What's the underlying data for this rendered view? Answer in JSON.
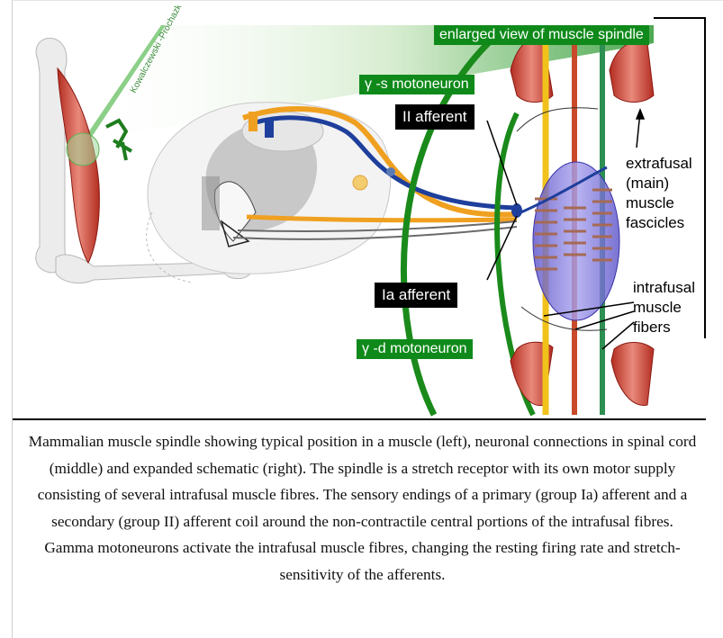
{
  "figure": {
    "labels": {
      "enlarged_view": "enlarged view of muscle spindle",
      "gamma_s": "γ -s motoneuron",
      "ii_afferent": "II afferent",
      "ia_afferent": "Ia afferent",
      "gamma_d": "γ -d motoneuron",
      "extrafusal": "extrafusal\n(main)\nmuscle\nfascicles",
      "intrafusal": "intrafusal\nmuscle\nfibers",
      "credit": "Kowalczewski\n-Prochazka"
    },
    "colors": {
      "label_green": "#0f8a1a",
      "muscle_red": "#d94a3a",
      "spindle_blue": "#6f67d8",
      "ia_blue": "#1f3f9c",
      "afferent_orange": "#f0a020",
      "bone": "#e6e6e6"
    }
  },
  "caption": "Mammalian muscle spindle showing typical position in a muscle (left), neuronal connections in spinal cord (middle) and expanded schematic (right). The spindle is a stretch receptor with its own motor supply consisting of several intrafusal muscle fibres. The sensory endings of a primary (group Ia) afferent and a secondary (group II) afferent coil around the non-contractile central portions of the intrafusal fibres. Gamma motoneurons activate the intrafusal muscle fibres, changing the resting firing rate and stretch-sensitivity of the afferents."
}
